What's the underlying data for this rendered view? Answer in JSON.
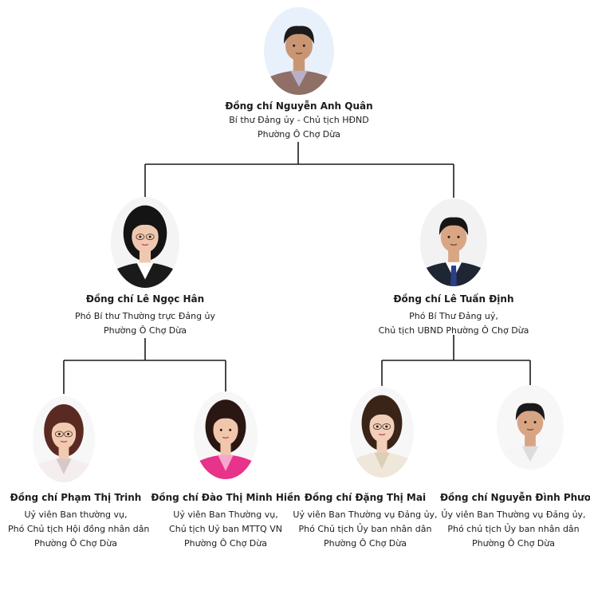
{
  "people": [
    {
      "name": "Đồng chí Nguyễn Anh Quân",
      "role_lines": [
        "Bí thư Đảng ủy - Chủ tịch HĐND",
        "Phường Ô Chợ Dừa"
      ],
      "palette": {
        "skin": "#c99674",
        "hair": "#1b1b1b",
        "cloth": "#8f6f66",
        "cloth2": "#b8b0c8",
        "bg": "#e8f1fb"
      }
    },
    {
      "name": "Đồng chí  Lê Ngọc Hân",
      "role_lines": [
        "Phó Bí thư Thường trực Đảng ủy",
        "Phường Ô Chợ Dừa"
      ],
      "palette": {
        "skin": "#f0c8b0",
        "hair": "#141414",
        "cloth": "#1a1a1a",
        "cloth2": "#ffffff",
        "bg": "#f4f4f4"
      }
    },
    {
      "name": "Đồng chí Lê Tuấn Định",
      "role_lines": [
        "Phó Bí Thư Đảng uỷ,",
        "Chủ tịch UBND Phường Ô Chợ Dừa"
      ],
      "palette": {
        "skin": "#d9a684",
        "hair": "#161616",
        "cloth": "#1e2533",
        "cloth2": "#ffffff",
        "tie": "#2a3f8a",
        "bg": "#f2f2f2"
      }
    },
    {
      "name": "Đồng chí Phạm Thị Trinh",
      "role_lines": [
        "Uỷ viên Ban thường vụ,",
        "Phó Chủ tịch Hội đồng nhân dân",
        "Phường Ô Chợ Dừa"
      ],
      "palette": {
        "skin": "#f2cab0",
        "hair": "#5a2a22",
        "cloth": "#f4eeee",
        "cloth2": "#d8c8c8",
        "bg": "#f7f7f7"
      }
    },
    {
      "name": "Đồng chí Đào Thị Minh Hiền",
      "role_lines": [
        "Uỷ viên Ban Thường vụ,",
        "Chủ tịch Uỷ ban MTTQ VN",
        "Phường Ô Chợ Dừa"
      ],
      "palette": {
        "skin": "#f1c7ac",
        "hair": "#2a1612",
        "cloth": "#e8338a",
        "cloth2": "#f6a8cc",
        "bg": "#f7f7f7"
      }
    },
    {
      "name": "Đồng chí  Đặng Thị Mai",
      "role_lines": [
        "Uỷ viên Ban Thường vụ Đảng ủy,",
        "Phó Chủ tịch Ủy ban nhân dân",
        "Phường Ô Chợ Dừa"
      ],
      "palette": {
        "skin": "#f2cfb8",
        "hair": "#3a2418",
        "cloth": "#efe8da",
        "cloth2": "#dccfb8",
        "bg": "#f7f7f7"
      }
    },
    {
      "name": "Đồng chí  Nguyễn Đình Phương",
      "role_lines": [
        "Ủy viên Ban Thường vụ Đảng ủy,",
        "Phó chủ tịch Ủy ban nhân dân",
        "Phường Ô Chợ Dừa"
      ],
      "palette": {
        "skin": "#d8a584",
        "hair": "#1a1a1a",
        "cloth": "#f6f6f6",
        "cloth2": "#dcdcdc",
        "bg": "#f7f7f7"
      }
    }
  ],
  "line_color": "#1a1a1a"
}
